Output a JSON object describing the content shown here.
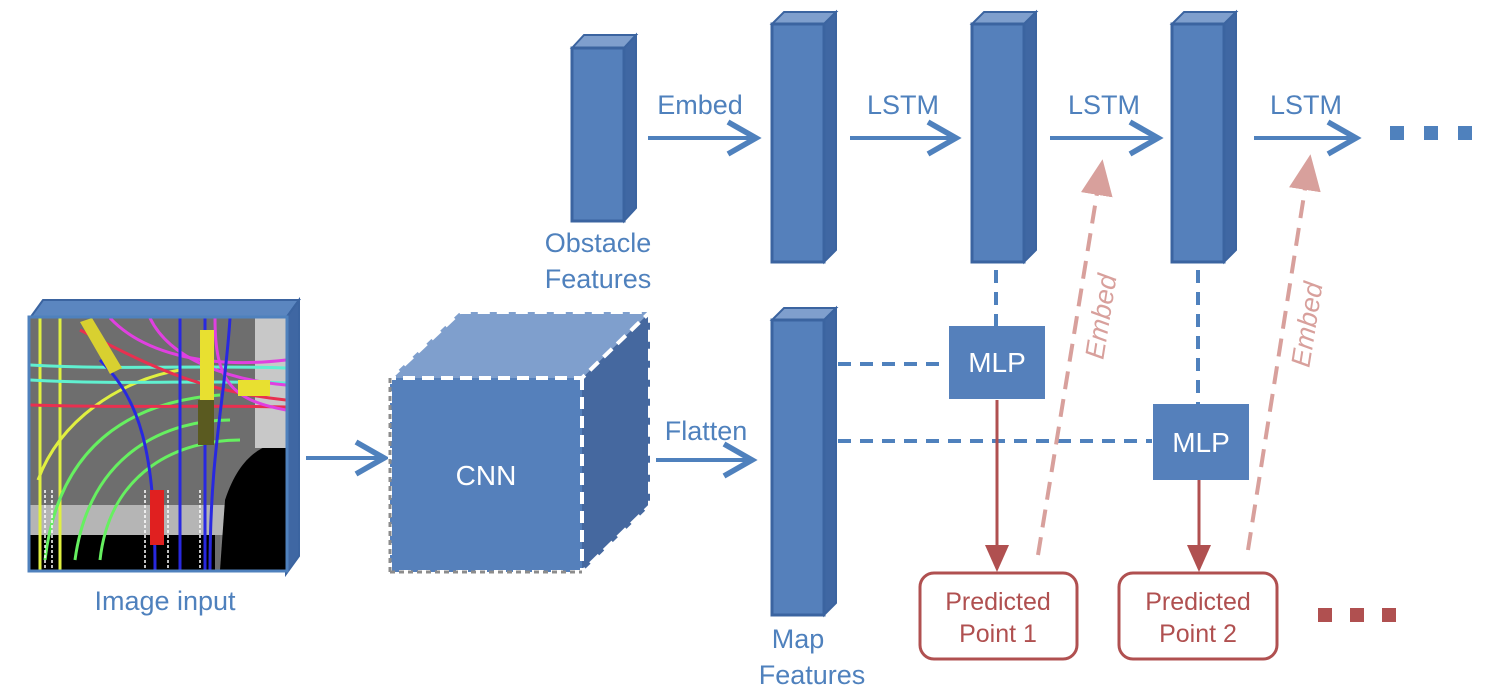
{
  "labels": {
    "image_input": "Image input",
    "cnn": "CNN",
    "flatten": "Flatten",
    "embed_top": "Embed",
    "obstacle_features_line1": "Obstacle",
    "obstacle_features_line2": "Features",
    "map_features_line1": "Map",
    "map_features_line2": "Features",
    "lstm_1": "LSTM",
    "lstm_2": "LSTM",
    "lstm_3": "LSTM",
    "mlp_1": "MLP",
    "mlp_2": "MLP",
    "embed_feedback_1": "Embed",
    "embed_feedback_2": "Embed",
    "predicted_point_1_line1": "Predicted",
    "predicted_point_1_line2": "Point 1",
    "predicted_point_2_line1": "Predicted",
    "predicted_point_2_line2": "Point 2"
  },
  "colors": {
    "blue": "#4f81bd",
    "blue_dark": "#3b64a0",
    "red": "#b05050",
    "pink": "#d8a09c"
  }
}
